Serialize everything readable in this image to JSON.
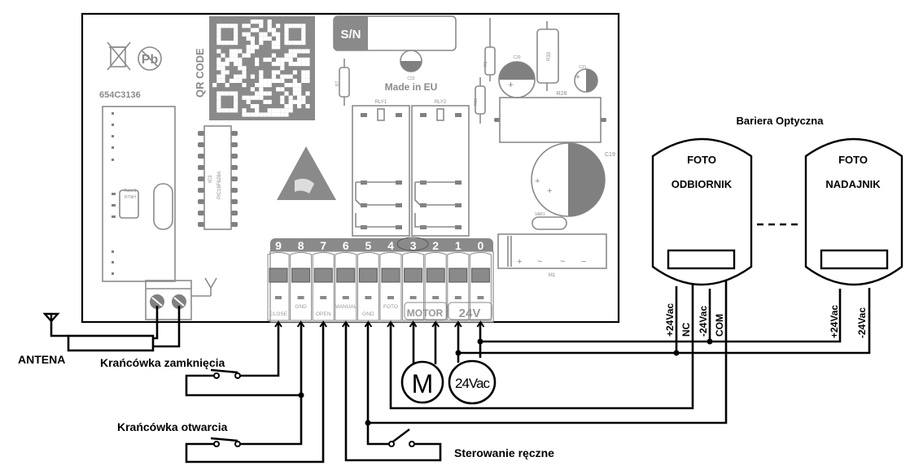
{
  "board": {
    "part_number": "654C3136",
    "qr_label": "QR CODE",
    "sn_label": "S/N",
    "made_in": "Made in EU",
    "ic_ref": "IC3",
    "ic_part": "PIC16F628A",
    "tuner_ref": "Tuner1",
    "tuner_part": "RTNH",
    "relay1": "RLY1",
    "relay2": "RLY2",
    "components": {
      "r7": "R7",
      "r1": "R1",
      "r26": "R26",
      "r33": "R33",
      "r28": "R28",
      "c20": "C20",
      "c21": "C21",
      "c22": "C22",
      "c19": "C19",
      "var1": "VAR1",
      "m1": "M1"
    },
    "m1_marks": [
      "+",
      "~",
      "~",
      "−"
    ],
    "terminals": [
      {
        "num": "9",
        "label": "CLOSE"
      },
      {
        "num": "8",
        "label": "GND"
      },
      {
        "num": "7",
        "label": "OPEN"
      },
      {
        "num": "6",
        "label": "MANUAL"
      },
      {
        "num": "5",
        "label": "GND"
      },
      {
        "num": "4",
        "label": "FOTO"
      },
      {
        "num": "3",
        "label": ""
      },
      {
        "num": "2",
        "label": ""
      },
      {
        "num": "1",
        "label": ""
      },
      {
        "num": "0",
        "label": ""
      }
    ],
    "group_motor": "MOTOR",
    "group_24v": "24V"
  },
  "labels": {
    "antenna": "ANTENA",
    "limit_close": "Krańcówka zamknięcia",
    "limit_open": "Krańcówka otwarcia",
    "manual": "Sterowanie ręczne",
    "motor": "M",
    "supply": "24Vac",
    "barrier_title": "Bariera Optyczna"
  },
  "receiver": {
    "line1": "FOTO",
    "line2": "ODBIORNIK",
    "pins": [
      "+24Vac",
      "NC",
      "-24Vac",
      "COM"
    ]
  },
  "transmitter": {
    "line1": "FOTO",
    "line2": "NADAJNIK",
    "pins": [
      "+24Vac",
      "-24Vac"
    ]
  }
}
